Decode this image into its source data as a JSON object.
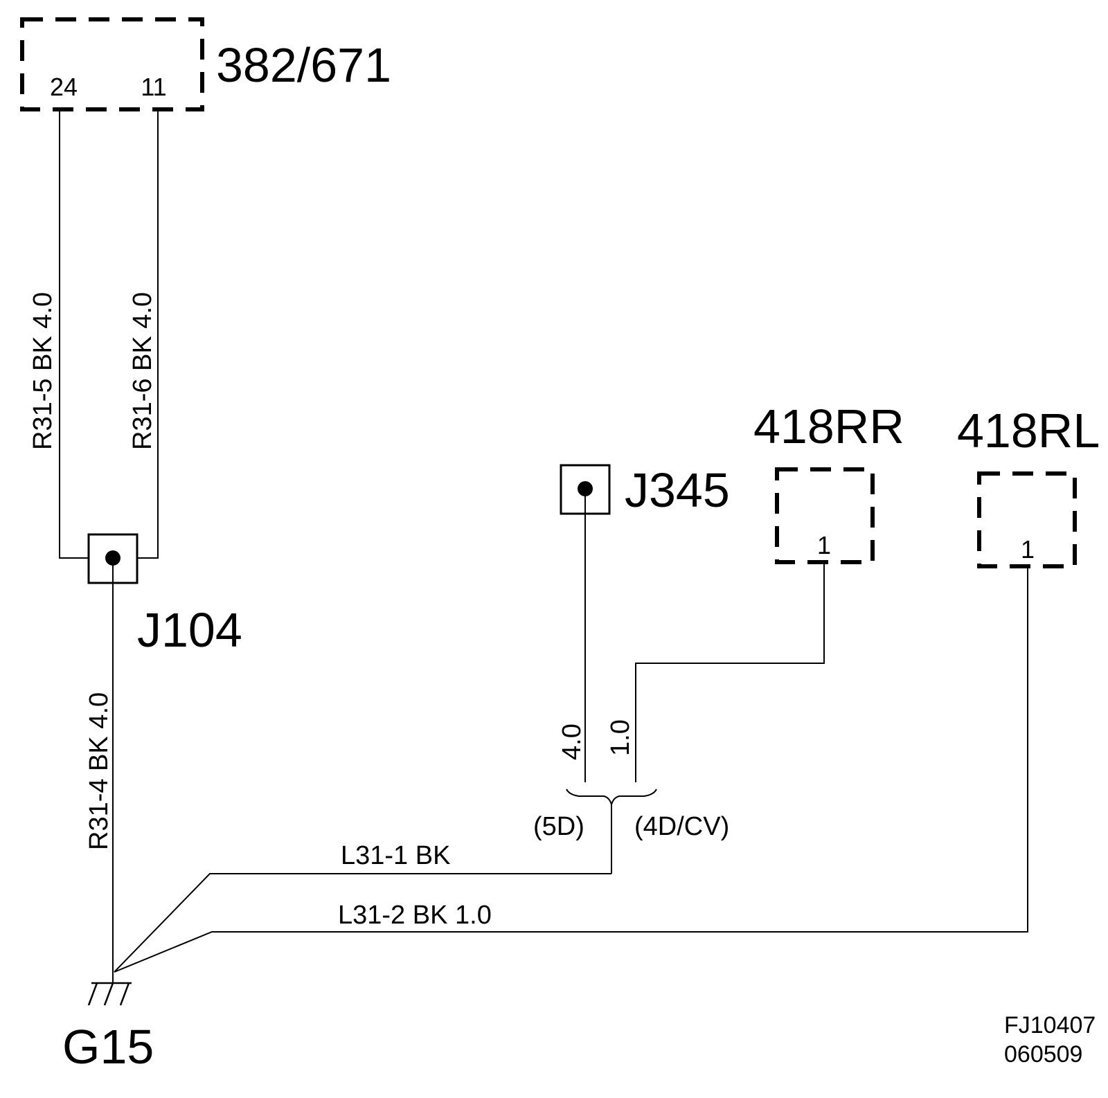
{
  "components": {
    "c382": {
      "name": "382/671",
      "pin_a": "24",
      "pin_b": "11"
    },
    "r418rr": {
      "name": "418RR",
      "pin": "1"
    },
    "r418rl": {
      "name": "418RL",
      "pin": "1"
    }
  },
  "splices": {
    "j104": "J104",
    "j345": "J345"
  },
  "ground": {
    "name": "G15"
  },
  "wires": {
    "r31_5": "R31-5  BK  4.0",
    "r31_6": "R31-6  BK  4.0",
    "r31_4": "R31-4  BK  4.0",
    "size_4_0": "4.0",
    "size_1_0": "1.0",
    "l31_1": "L31-1   BK",
    "l31_2": "L31-2    BK   1.0"
  },
  "variants": {
    "five_door": "(5D)",
    "four_door": "(4D/CV)"
  },
  "reference": {
    "code": "FJ10407",
    "date": "060509"
  }
}
